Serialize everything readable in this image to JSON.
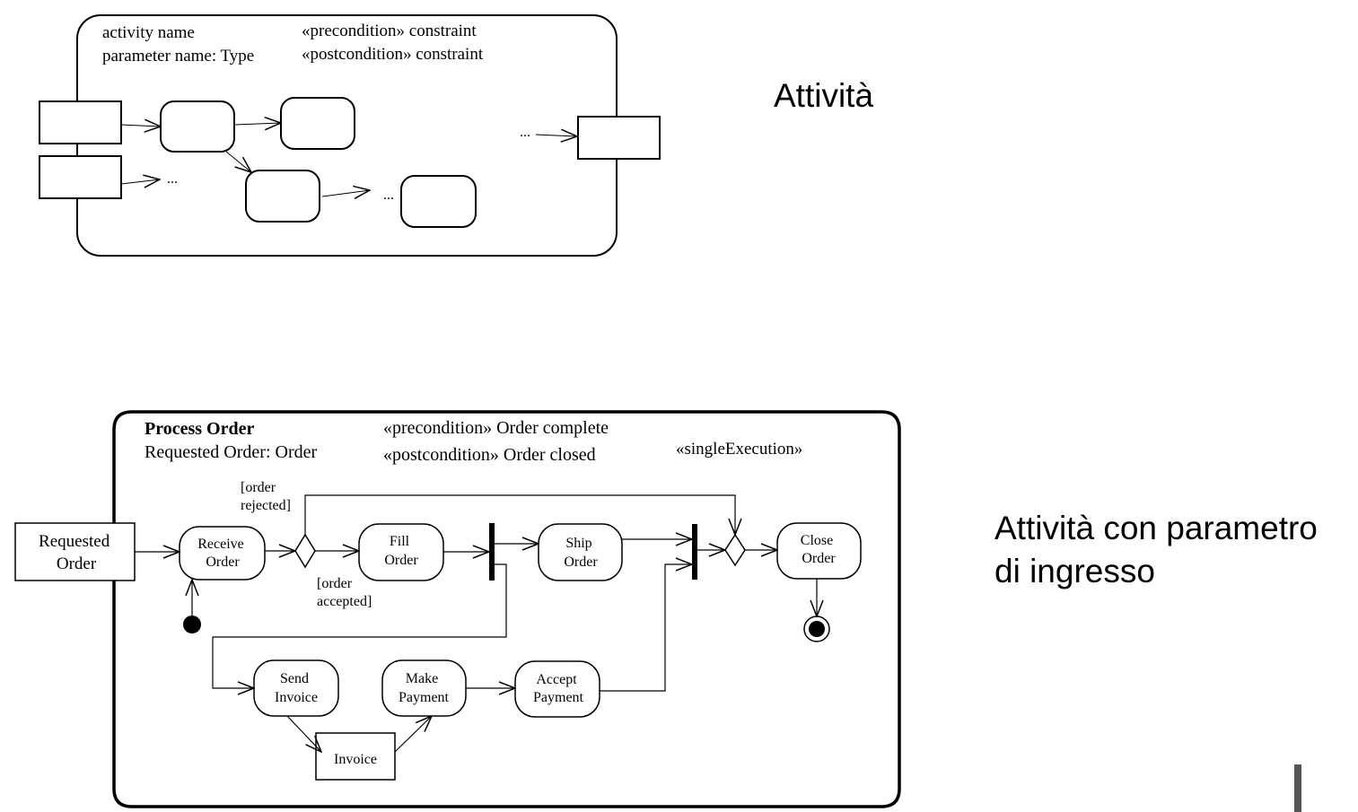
{
  "captions": {
    "top": "Attività",
    "bottom_line1": "Attività con parametro",
    "bottom_line2": "di ingresso"
  },
  "generic_activity": {
    "activity_name": "activity name",
    "parameter": "parameter name: Type",
    "precondition": "«precondition» constraint",
    "postcondition": "«postcondition» constraint",
    "ellipsis_a": "...",
    "ellipsis_b": "...",
    "ellipsis_c": "..."
  },
  "process_order": {
    "name": "Process Order",
    "parameter": "Requested Order: Order",
    "precondition": "«precondition» Order complete",
    "postcondition": "«postcondition» Order closed",
    "stereotype": "«singleExecution»",
    "input_pin": [
      "Requested",
      "Order"
    ],
    "receive": [
      "Receive",
      "Order"
    ],
    "fill": [
      "Fill",
      "Order"
    ],
    "ship": [
      "Ship",
      "Order"
    ],
    "close": [
      "Close",
      "Order"
    ],
    "send_invoice": [
      "Send",
      "Invoice"
    ],
    "make_payment": [
      "Make",
      "Payment"
    ],
    "accept_payment": [
      "Accept",
      "Payment"
    ],
    "invoice": "Invoice",
    "guard_rejected": [
      "[order",
      "rejected]"
    ],
    "guard_accepted": [
      "[order",
      "accepted]"
    ]
  }
}
